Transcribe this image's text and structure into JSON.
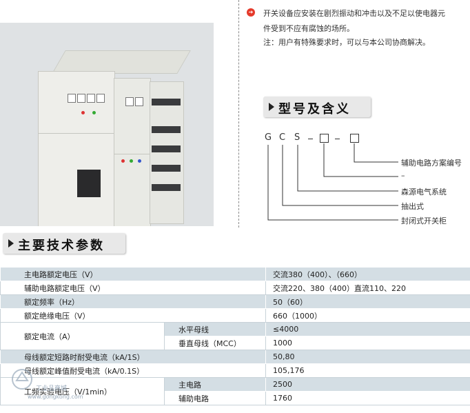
{
  "notes": {
    "line1": "开关设备应安装在剧烈振动和冲击以及不足以使电器元",
    "line2": "件受到不应有腐蚀的场所。",
    "line3": "注：用户有特殊要求时，可以与本公司协商解决。"
  },
  "model_section": {
    "title": "型号及含义",
    "code_letters": [
      "G",
      "C",
      "S"
    ],
    "legend": [
      "辅助电路方案编号",
      "–",
      "森源电气系统",
      "抽出式",
      "封闭式开关柜"
    ]
  },
  "spec_section": {
    "title": "主要技术参数",
    "rows": [
      {
        "label": "主电路额定电压（V）",
        "value": "交流380（400）、（660）"
      },
      {
        "label": "辅助电路额定电压（V）",
        "value": "交流220、380（400）直流110、220"
      },
      {
        "label": "额定频率（Hz）",
        "value": "50（60）"
      },
      {
        "label": "额定绝缘电压（V）",
        "value": "660（1000）"
      },
      {
        "label": "额定电流（A）",
        "sub1": "水平母线",
        "value1": "≤4000",
        "sub2": "垂直母线（MCC）",
        "value2": "1000"
      },
      {
        "label": "母线额定短路时耐受电流（kA/1S）",
        "value": "50,80"
      },
      {
        "label": "母线额定峰值耐受电流（kA/0.1S）",
        "value": "105,176"
      },
      {
        "label": "工频实验电压（V/1min）",
        "sub1": "主电路",
        "value1": "2500",
        "sub2": "辅助电路",
        "value2": "1760"
      }
    ]
  },
  "watermark": {
    "line1": "工业品商城",
    "line2": "www.gongkong.com"
  },
  "colors": {
    "accent_red": "#e53a2b",
    "row_blue": "#d4dee4",
    "heading_gray": "#e8e8e8"
  }
}
